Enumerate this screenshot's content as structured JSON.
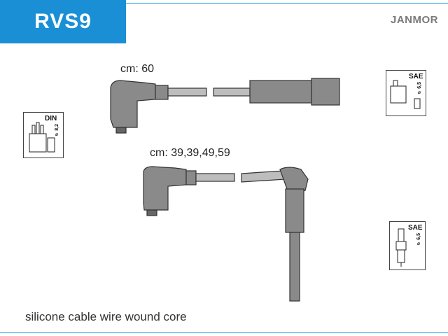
{
  "header": {
    "code": "RVS9",
    "brand": "JANMOR"
  },
  "cables": [
    {
      "label": "cm: 60"
    },
    {
      "label": "cm: 39,39,49,59"
    }
  ],
  "footer": {
    "description": "silicone cable wire wound core"
  },
  "badges": {
    "din": {
      "title": "DIN",
      "diameter": "⌀ 8,2"
    },
    "sae_top": {
      "title": "SAE",
      "diameter": "⌀ 6,5"
    },
    "sae_bottom": {
      "title": "SAE",
      "diameter": "⌀ 6,5"
    }
  },
  "colors": {
    "accent": "#1a8fd6",
    "cable": "#8a8a8a",
    "outline": "#333333"
  }
}
